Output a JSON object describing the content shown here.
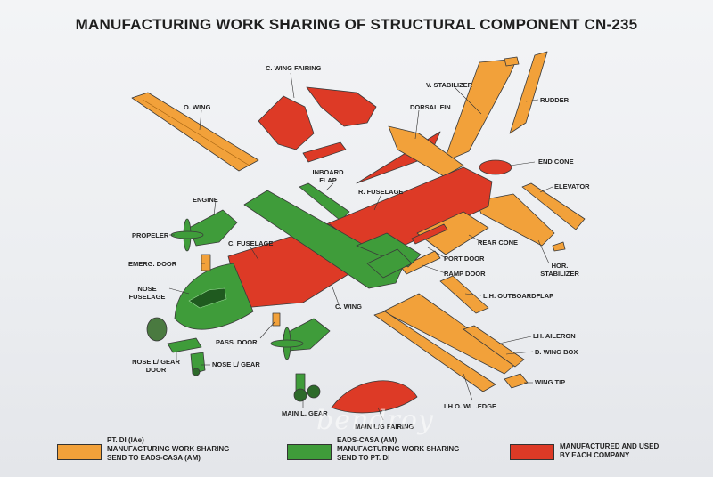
{
  "title": "MANUFACTURING WORK SHARING OF STRUCTURAL COMPONENT CN-235",
  "colors": {
    "pt_di": "#f2a13a",
    "eads_casa": "#3f9c3a",
    "each_company": "#dd3a26"
  },
  "labels": {
    "c_wing_fairing": "C. WING FAIRING",
    "v_stabilizer": "V. STABILIZER",
    "rudder": "RUDDER",
    "o_wing": "O. WING",
    "dorsal_fin": "DORSAL FIN",
    "end_cone": "END CONE",
    "elevator": "ELEVATOR",
    "inboard_flap": "INBOARD FLAP",
    "r_fuselage": "R. FUSELAGE",
    "engine": "ENGINE",
    "propeler": "PROPELER",
    "c_fuselage": "C. FUSELAGE",
    "rear_cone": "REAR CONE",
    "emerg_door": "EMERG. DOOR",
    "port_door": "PORT DOOR",
    "hor_stabilizer": "HOR. STABILIZER",
    "ramp_door": "RAMP DOOR",
    "nose_fuselage": "NOSE FUSELAGE",
    "lh_outboardflap": "L.H. OUTBOARDFLAP",
    "c_wing": "C. WING",
    "pass_door": "PASS. DOOR",
    "lh_aileron": "LH. AILERON",
    "d_wing_box": "D. WING BOX",
    "nose_lgear_door": "NOSE L/ GEAR DOOR",
    "nose_lgear": "NOSE L/ GEAR",
    "wing_tip": "WING TIP",
    "lh_o_wl_edge": "LH O. WL .EDGE",
    "main_l_gear": "MAIN L. GEAR",
    "main_lg_fairing": "MAIN L/G FAIRING"
  },
  "legend": [
    {
      "line1": "PT. DI  (IAe)",
      "line2": "MANUFACTURING WORK SHARING",
      "line3": "SEND TO EADS-CASA (AM)",
      "color": "#f2a13a"
    },
    {
      "line1": "EADS-CASA (AM)",
      "line2": "MANUFACTURING WORK SHARING",
      "line3": "SEND TO PT. DI",
      "color": "#3f9c3a"
    },
    {
      "line1": "MANUFACTURED AND USED",
      "line2": "BY EACH COMPANY",
      "line3": "",
      "color": "#dd3a26"
    }
  ],
  "watermark": "bendroy"
}
